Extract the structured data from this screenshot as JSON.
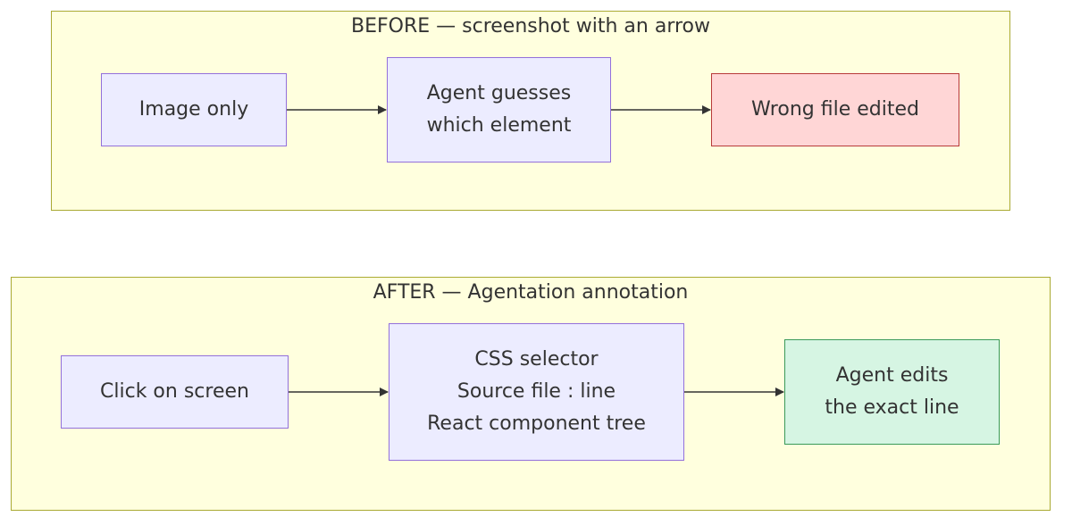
{
  "diagram": {
    "before": {
      "title": "BEFORE — screenshot with an arrow",
      "nodes": {
        "image_only": [
          "Image only"
        ],
        "agent_guesses": [
          "Agent guesses",
          "which element"
        ],
        "wrong_file": [
          "Wrong file edited"
        ]
      }
    },
    "after": {
      "title": "AFTER — Agentation annotation",
      "nodes": {
        "click_screen": [
          "Click on screen"
        ],
        "selector_info": [
          "CSS selector",
          "Source file : line",
          "React component tree"
        ],
        "agent_edits": [
          "Agent edits",
          "the exact line"
        ]
      }
    },
    "colors": {
      "cluster_fill": "#ffffde",
      "cluster_border": "#aaaa33",
      "node_fill": "#ececff",
      "node_border": "#9370db",
      "bad_fill": "#ffd6d6",
      "bad_border": "#b83a3a",
      "good_fill": "#d6f5e3",
      "good_border": "#3a9a5a",
      "edge": "#333333"
    }
  }
}
